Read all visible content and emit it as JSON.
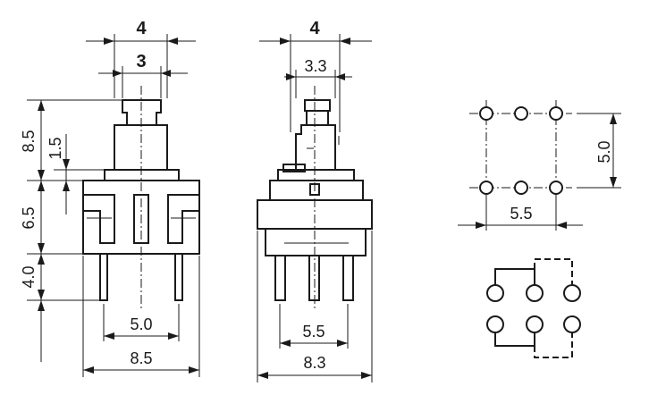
{
  "front_view": {
    "dim_top_width": "4",
    "dim_stem_width": "3",
    "dim_height_upper": "8.5",
    "dim_step": "1.5",
    "dim_height_body": "6.5",
    "dim_pin_length": "4.0",
    "dim_pin_spacing": "5.0",
    "dim_body_width": "8.5"
  },
  "side_view": {
    "dim_top_width": "4",
    "dim_stem_width": "3.3",
    "dim_pin_spacing": "5.5",
    "dim_body_width": "8.3"
  },
  "footprint": {
    "dim_row_spacing": "5.0",
    "dim_col_spacing": "5.5"
  },
  "colors": {
    "line": "#1a1a1a",
    "background": "#ffffff"
  }
}
